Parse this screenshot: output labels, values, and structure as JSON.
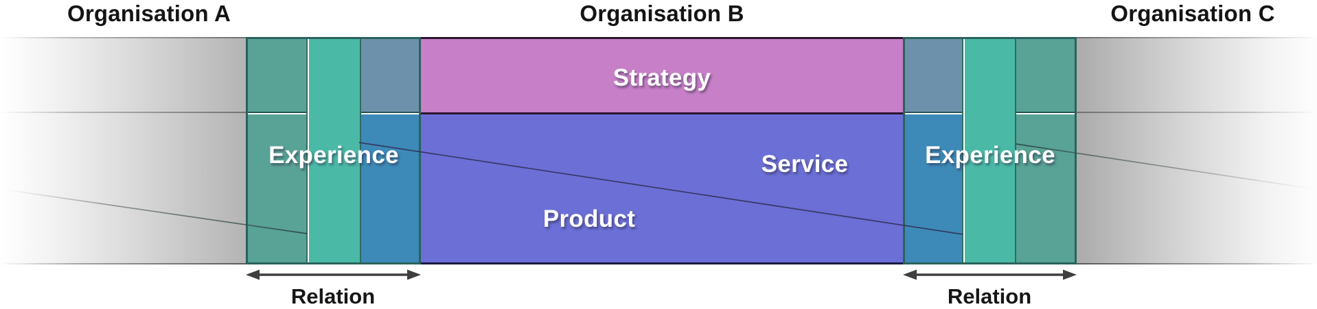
{
  "titles": {
    "org_a": "Organisation A",
    "org_b": "Organisation B",
    "org_c": "Organisation C"
  },
  "labels": {
    "strategy": "Strategy",
    "product": "Product",
    "service": "Service",
    "experience_left": "Experience",
    "experience_right": "Experience"
  },
  "relations": {
    "left": "Relation",
    "right": "Relation"
  },
  "colors": {
    "strategy_fill": "#c77fc7",
    "product_service_fill": "#6b6fd6",
    "teal_muted": "#58a296",
    "teal_bright": "#4ab9a6",
    "slate_blue_top": "#6e91ab",
    "blue_bottom": "#3d8ab8",
    "arrow": "#3f3f3f",
    "chain_line": "#32325a"
  }
}
